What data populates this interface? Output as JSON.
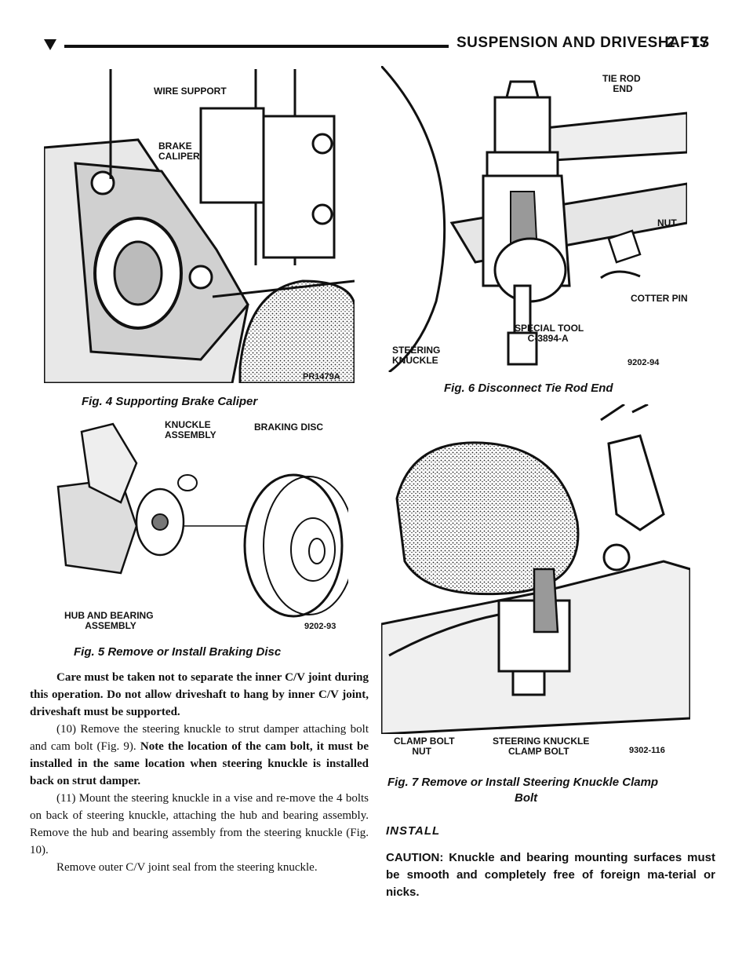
{
  "header": {
    "title": "SUSPENSION AND DRIVESHAFTS",
    "page_number": "2 - 17"
  },
  "figures": {
    "fig4": {
      "caption": "Fig. 4 Supporting Brake Caliper",
      "labels": {
        "wire_support": "WIRE SUPPORT",
        "brake_caliper": "BRAKE\nCALIPER",
        "code": "PR1479A"
      }
    },
    "fig5": {
      "caption": "Fig. 5 Remove or Install Braking Disc",
      "labels": {
        "knuckle_assembly": "KNUCKLE\nASSEMBLY",
        "braking_disc": "BRAKING DISC",
        "hub_bearing": "HUB AND BEARING\n        ASSEMBLY",
        "code": "9202-93"
      }
    },
    "fig6": {
      "caption": "Fig. 6 Disconnect Tie Rod End",
      "labels": {
        "tie_rod_end": "TIE ROD\n    END",
        "nut": "NUT",
        "cotter_pin": "COTTER PIN",
        "special_tool": "SPECIAL TOOL\n     C-3894-A",
        "steering_knuckle": "STEERING\nKNUCKLE",
        "code": "9202-94"
      }
    },
    "fig7": {
      "caption_line1": "Fig. 7 Remove or Install Steering Knuckle Clamp",
      "caption_line2": "Bolt",
      "labels": {
        "clamp_bolt_nut": "CLAMP BOLT\n       NUT",
        "knuckle_clamp_bolt": "STEERING KNUCKLE\n      CLAMP BOLT",
        "code": "9302-116"
      }
    }
  },
  "body": {
    "warning": "Care must be taken not to separate the inner C/V joint during this operation. Do not allow driveshaft to hang by inner C/V joint, driveshaft must be supported.",
    "step10_a": "(10) Remove the steering knuckle to strut damper attaching bolt and cam bolt (Fig. 9). ",
    "step10_b": "Note the location of the cam bolt, it must be installed in the same location when steering knuckle is installed back on strut damper.",
    "step11": "(11) Mount the steering knuckle in a vise and re-move the 4 bolts on back of steering knuckle, attaching the hub and bearing assembly. Remove the hub and bearing assembly from the steering knuckle (Fig. 10).",
    "step11b": "Remove outer C/V joint seal from the steering knuckle."
  },
  "install": {
    "heading": "INSTALL",
    "caution": "CAUTION: Knuckle and bearing mounting surfaces must be smooth and completely free of foreign ma-terial or nicks."
  }
}
